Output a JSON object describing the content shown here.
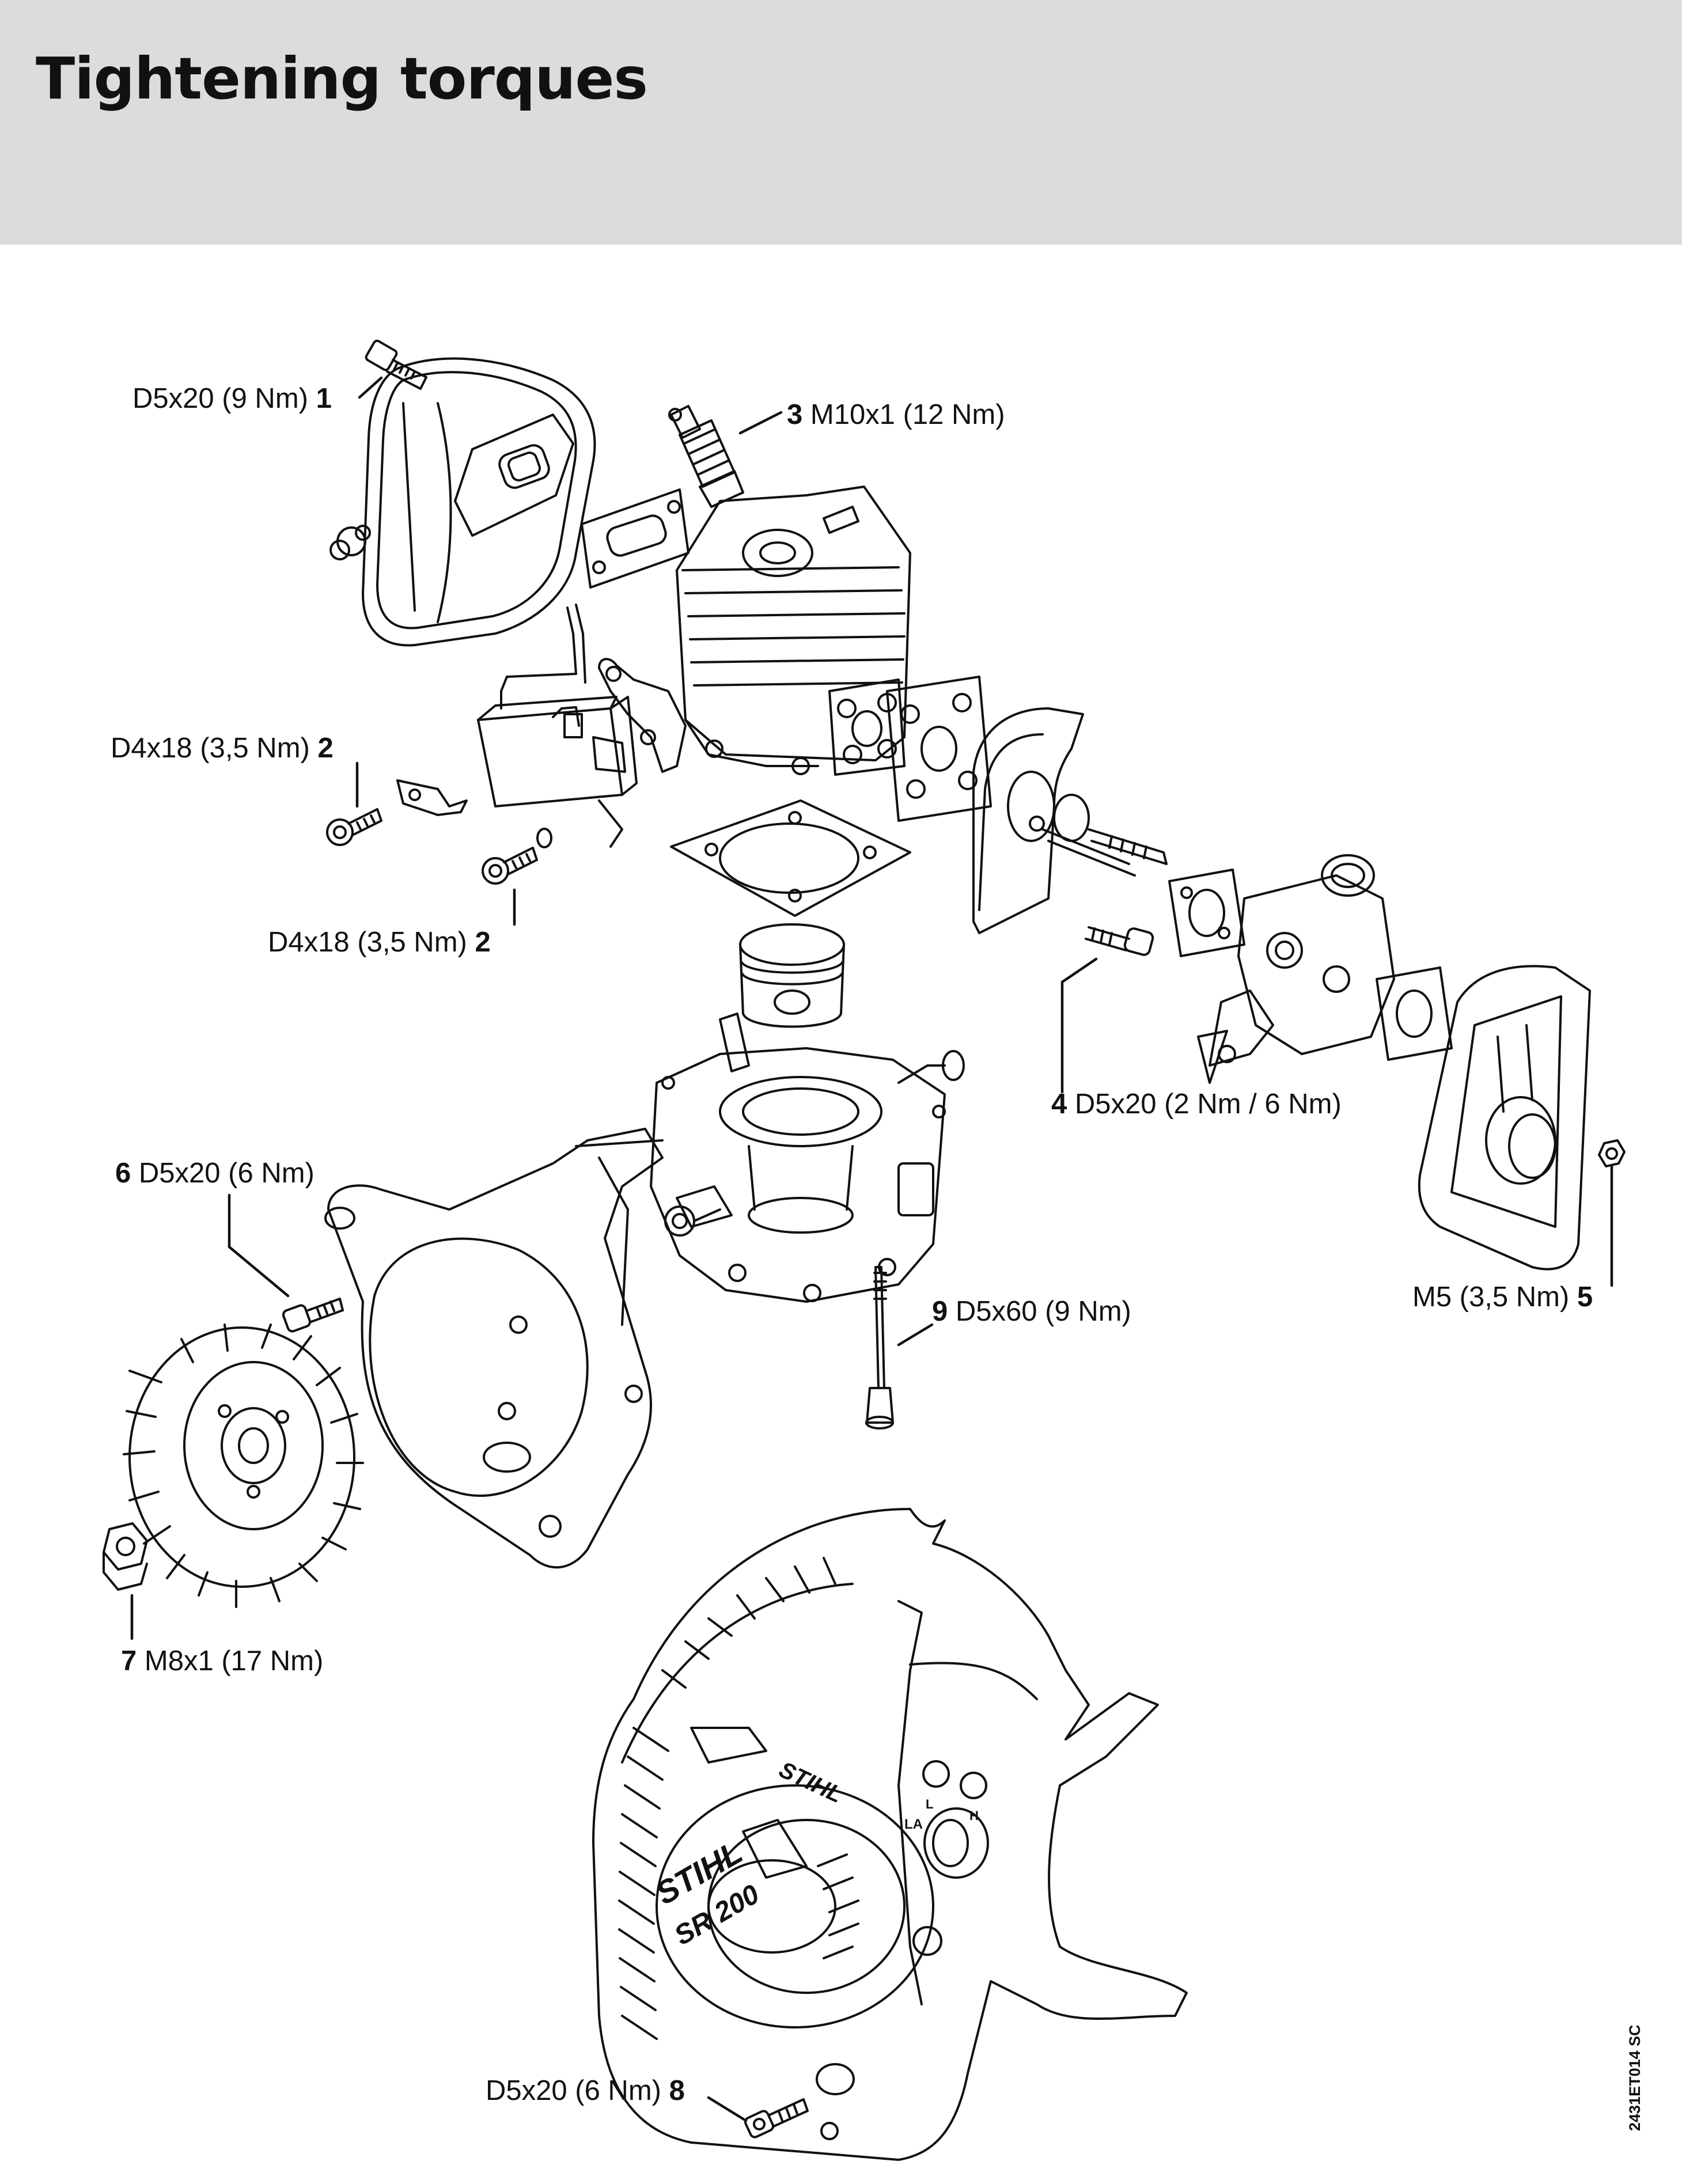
{
  "title": "Tightening torques",
  "callouts": [
    {
      "num": "1",
      "spec": "D5x20 (9 Nm)"
    },
    {
      "num": "2",
      "spec": "D4x18 (3,5 Nm)"
    },
    {
      "num": "2",
      "spec": "D4x18 (3,5 Nm)"
    },
    {
      "num": "3",
      "spec": "M10x1 (12 Nm)"
    },
    {
      "num": "4",
      "spec": "D5x20 (2 Nm / 6 Nm)"
    },
    {
      "num": "5",
      "spec": "M5 (3,5 Nm)"
    },
    {
      "num": "6",
      "spec": "D5x20 (6 Nm)"
    },
    {
      "num": "7",
      "spec": "M8x1 (17 Nm)"
    },
    {
      "num": "8",
      "spec": "D5x20 (6 Nm)"
    },
    {
      "num": "9",
      "spec": "D5x60 (9 Nm)"
    }
  ],
  "housing_text": {
    "brand": "STIHL",
    "brand_small": "STIHL",
    "model": "SR 200",
    "mark_l": "L",
    "mark_h": "H",
    "mark_la": "LA"
  },
  "drawing_code": "2431ET014 SC"
}
